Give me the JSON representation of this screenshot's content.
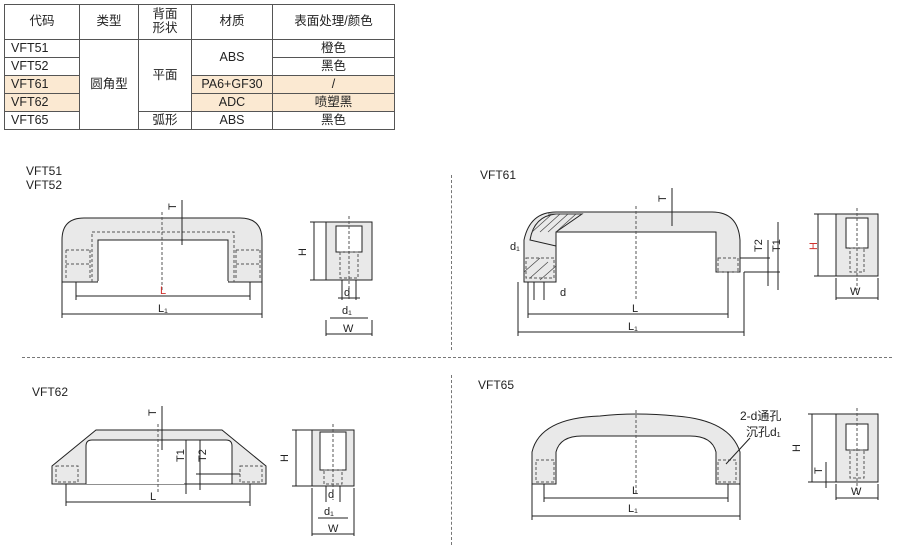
{
  "table": {
    "headers": {
      "model": "代码",
      "type": "类型",
      "back": "背面\n形状",
      "material": "材质",
      "finish": "表面处理/颜色"
    },
    "header_back_line1": "背面",
    "header_back_line2": "形状",
    "rows": [
      {
        "model": "VFT51",
        "finish": "橙色"
      },
      {
        "model": "VFT52",
        "finish": "黑色"
      },
      {
        "model": "VFT61",
        "material": "PA6+GF30",
        "finish": "/"
      },
      {
        "model": "VFT62",
        "material": "ADC",
        "finish": "喷塑黑"
      },
      {
        "model": "VFT65",
        "back": "弧形",
        "material": "ABS",
        "finish": "黑色"
      }
    ],
    "merged_type": "圆角型",
    "merged_back": "平面",
    "merged_material": "ABS"
  },
  "drawings": {
    "vft51": {
      "title1": "VFT51",
      "title2": "VFT52",
      "T": "T",
      "H": "H",
      "L": "L",
      "L1": "L₁",
      "d": "d",
      "d1": "d₁",
      "W": "W"
    },
    "vft61": {
      "title": "VFT61",
      "T": "T",
      "H": "H",
      "L": "L",
      "L1": "L₁",
      "d": "d",
      "d1": "d₁",
      "T1": "T1",
      "T2": "T2",
      "W": "W"
    },
    "vft62": {
      "title": "VFT62",
      "T": "T",
      "H": "H",
      "L": "L",
      "T1": "T1",
      "T2": "T2",
      "d": "d",
      "d1": "d₁",
      "W": "W"
    },
    "vft65": {
      "title": "VFT65",
      "H": "H",
      "L": "L",
      "L1": "L₁",
      "T": "T",
      "W": "W",
      "hole1": "2-d通孔",
      "hole2": "沉孔d₁"
    }
  },
  "colors": {
    "highlight_row": "#fbe9d2",
    "accent_label": "#d0312d",
    "line": "#222222",
    "fill": "#e9e9e9"
  }
}
